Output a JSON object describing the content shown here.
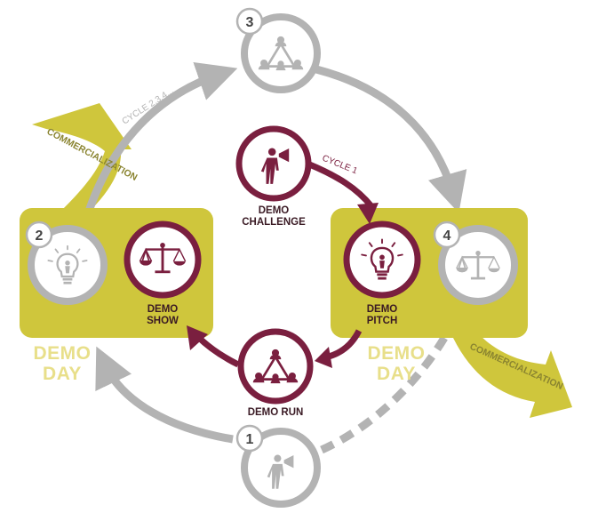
{
  "colors": {
    "maroon": "#7a1f3f",
    "gray": "#b3b3b3",
    "gray_fill": "#ffffff",
    "yellow": "#cfc63c",
    "yellow_text": "#e8df8a",
    "label_dark": "#3a1a24"
  },
  "nodes": {
    "step1": {
      "number": "1",
      "icon": "megaphone-person-icon"
    },
    "step2": {
      "number": "2",
      "icon": "lightbulb-icon"
    },
    "step3": {
      "number": "3",
      "icon": "team-triangle-icon"
    },
    "step4": {
      "number": "4",
      "icon": "balance-scale-icon"
    },
    "demo_challenge": {
      "label_line1": "DEMO",
      "label_line2": "CHALLENGE",
      "icon": "megaphone-person-icon"
    },
    "demo_pitch": {
      "label_line1": "DEMO",
      "label_line2": "PITCH",
      "icon": "lightbulb-icon"
    },
    "demo_run": {
      "label": "DEMO RUN",
      "icon": "team-triangle-icon"
    },
    "demo_show": {
      "label_line1": "DEMO",
      "label_line2": "SHOW",
      "icon": "balance-scale-icon"
    }
  },
  "demo_day": {
    "left": {
      "line1": "DEMO",
      "line2": "DAY"
    },
    "right": {
      "line1": "DEMO",
      "line2": "DAY"
    }
  },
  "arrows": {
    "cycle_outer": "CYCLE 2,3,4...",
    "cycle_inner": "CYCLE 1",
    "commercialization_left": "COMMERCIALIZATION",
    "commercialization_right": "COMMERCIALIZATION"
  }
}
